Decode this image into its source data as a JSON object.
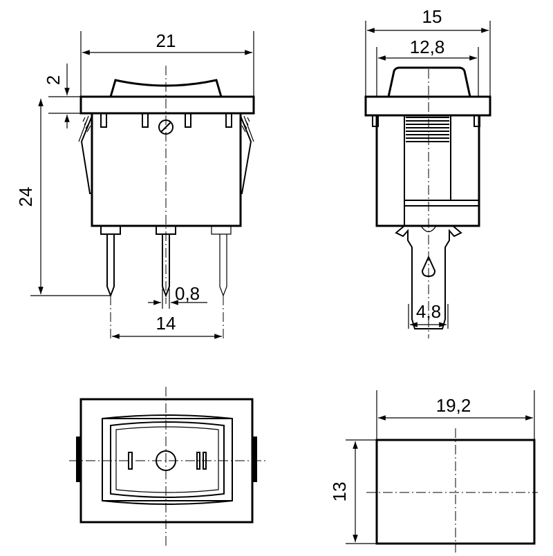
{
  "dimensions": {
    "front_width": "21",
    "top_plate": "2",
    "height": "24",
    "pin_thickness": "0,8",
    "pin_span": "14",
    "side_width": "15",
    "rocker_width": "12,8",
    "tab_width": "4,8",
    "cutout_width": "19,2",
    "cutout_height": "13"
  }
}
